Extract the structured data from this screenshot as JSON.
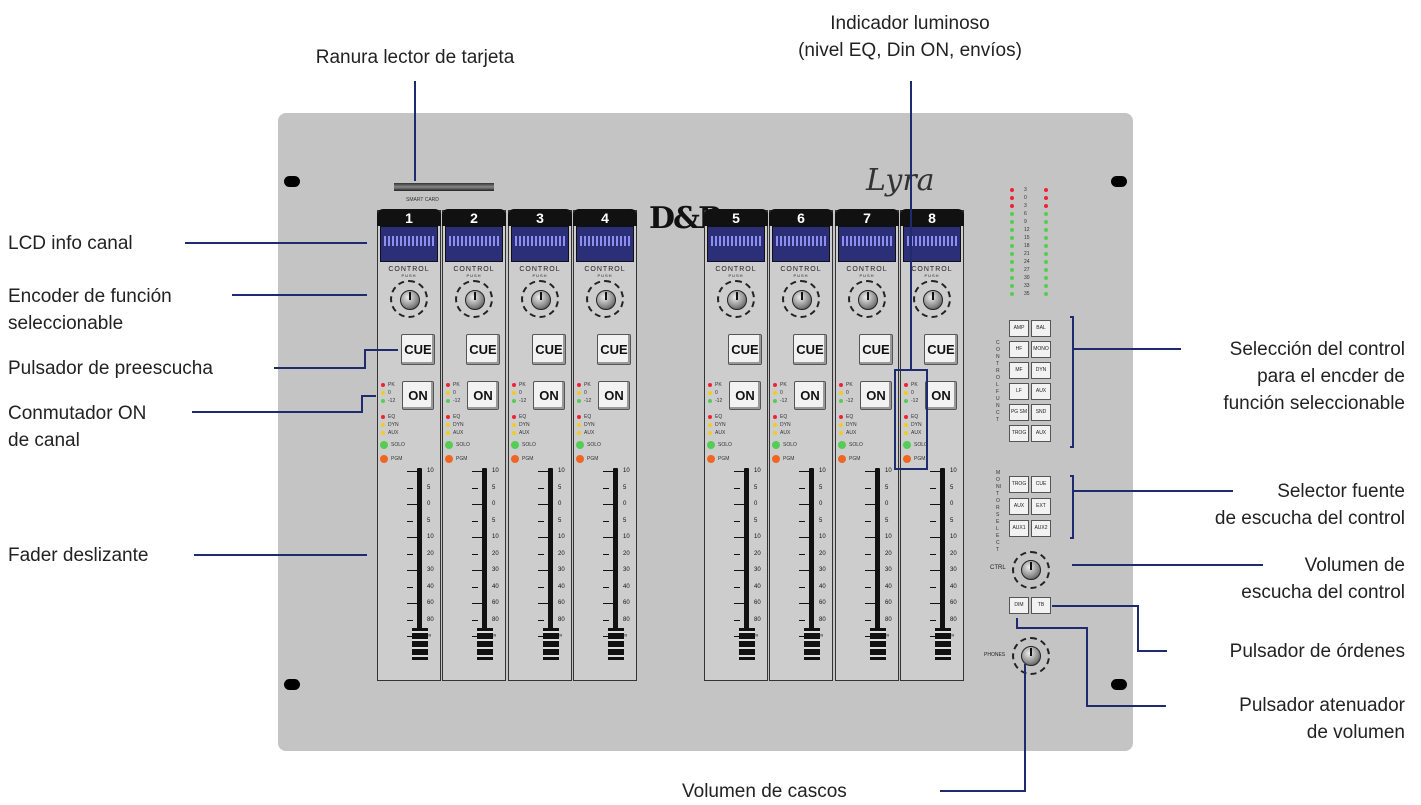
{
  "brand": {
    "model": "Lyra",
    "logo": "D&R",
    "card_reader_text": "SMART CARD"
  },
  "channels": [
    "1",
    "2",
    "3",
    "4",
    "5",
    "6",
    "7",
    "8"
  ],
  "strip_text": {
    "cue": "CUE",
    "on": "ON",
    "control": "CONTROL",
    "control_sub": "PUSH",
    "led_labels": [
      "PK",
      "0",
      "-12",
      "EQ",
      "DYN",
      "AUX",
      "SOLO",
      "PGM"
    ],
    "fader_scale": [
      "10",
      "5",
      "0",
      "5",
      "10",
      "20",
      "30",
      "40",
      "60",
      "80",
      "∞"
    ]
  },
  "meter_scale": [
    "3",
    "0",
    "3",
    "6",
    "9",
    "12",
    "15",
    "18",
    "21",
    "24",
    "27",
    "30",
    "33",
    "35"
  ],
  "control_select_buttons": [
    "AMP",
    "BAL",
    "HF",
    "MONO",
    "MF",
    "DYN",
    "LF",
    "AUX",
    "PG SM",
    "SND",
    "TROG",
    "AUX"
  ],
  "control_select_caption": "CONTROL FUNCT",
  "monitor_source_buttons": [
    "TROG",
    "CUE",
    "AUX",
    "EXT",
    "AUX1",
    "AUX2"
  ],
  "monitor_source_caption": "MONITOR SELECT",
  "ctrl_label": "CTRL",
  "talk_buttons": [
    "DIM",
    "TB"
  ],
  "phones_label": "PHONES",
  "callouts": {
    "card_slot": "Ranura lector de tarjeta",
    "indicator_line1": "Indicador luminoso",
    "indicator_line2": "(nivel EQ, Din ON, envíos)",
    "lcd": "LCD info canal",
    "encoder_line1": "Encoder de función",
    "encoder_line2": "seleccionable",
    "cue": "Pulsador de preescucha",
    "on_line1": "Conmutador ON",
    "on_line2": "de canal",
    "fader": "Fader deslizante",
    "selection_line1": "Selección del control",
    "selection_line2": "para el encder de",
    "selection_line3": "función seleccionable",
    "source_line1": "Selector fuente",
    "source_line2": "de escucha del control",
    "volume_line1": "Volumen de",
    "volume_line2": "escucha del control",
    "talkback": "Pulsador de órdenes",
    "dim_line1": "Pulsador atenuador",
    "dim_line2": "de volumen",
    "phones": "Volumen de cascos"
  }
}
